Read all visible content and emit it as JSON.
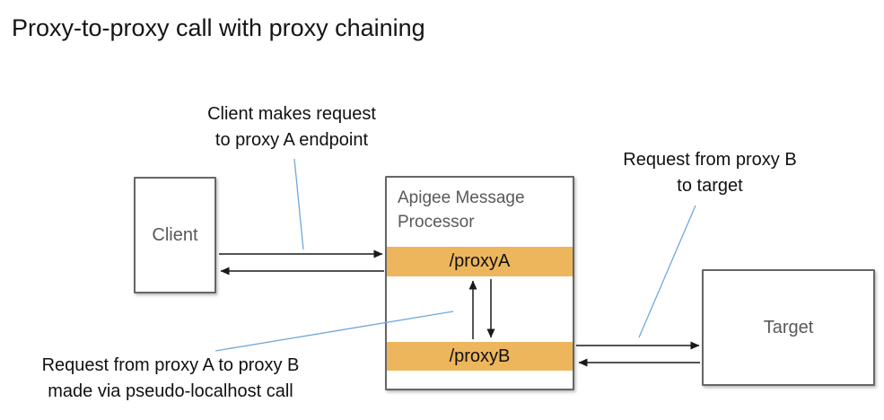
{
  "title": "Proxy-to-proxy call with proxy chaining",
  "colors": {
    "bar_orange": "#edb65c",
    "annotation_line_blue": "#6fa8dc",
    "box_border_gray": "#666666",
    "box_label_gray": "#595959",
    "text_black": "#141414"
  },
  "annotations": {
    "client_request": {
      "line1": "Client makes request",
      "line2": "to proxy A endpoint"
    },
    "proxyb_to_target": {
      "line1": "Request from proxy B",
      "line2": "to target"
    },
    "proxya_to_proxyb": {
      "line1": "Request from proxy A to proxy B",
      "line2": "made via pseudo-localhost call"
    }
  },
  "nodes": {
    "client": {
      "label": "Client"
    },
    "message_processor": {
      "label": "Apigee Message Processor"
    },
    "proxy_a": {
      "label": "/proxyA"
    },
    "proxy_b": {
      "label": "/proxyB"
    },
    "target": {
      "label": "Target"
    }
  }
}
